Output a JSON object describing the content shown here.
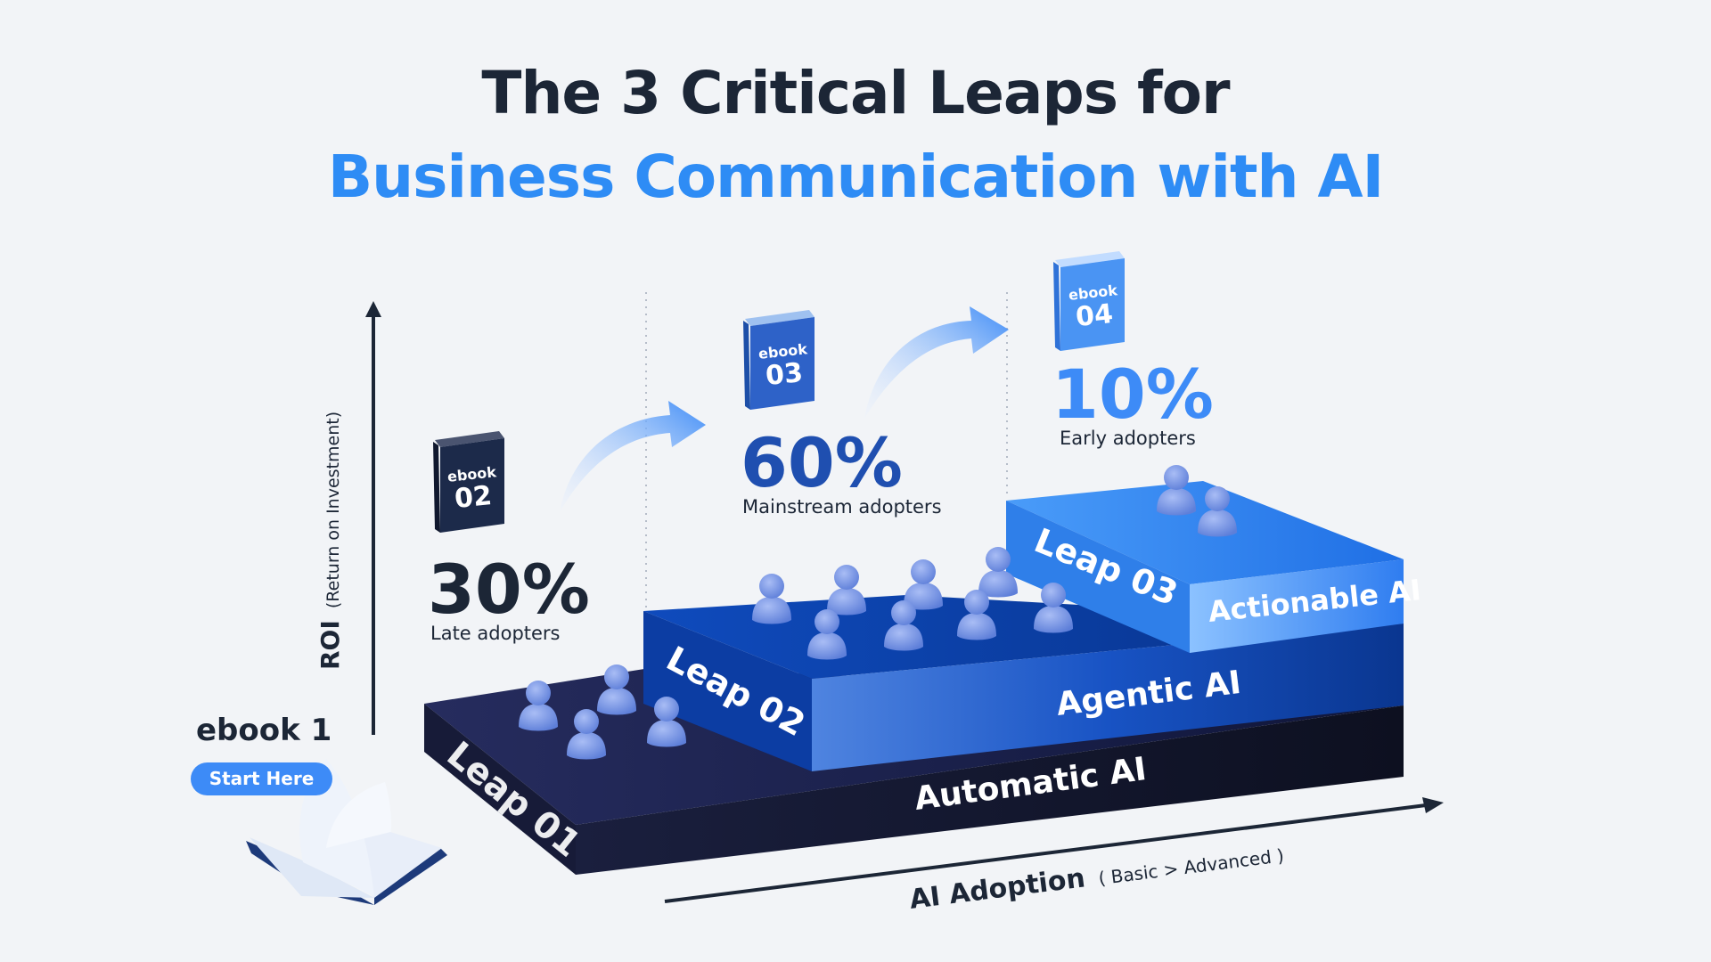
{
  "title": {
    "line1": "The 3 Critical Leaps for",
    "line2": "Business Communication with AI"
  },
  "axes": {
    "y_label_main": "ROI",
    "y_label_sub": "(Return on Investment)",
    "x_label_main": "AI Adoption",
    "x_label_sub": "( Basic > Advanced )"
  },
  "start": {
    "ebook_label": "ebook 1",
    "button_label": "Start Here"
  },
  "leaps": [
    {
      "tag": "Leap 01",
      "name": "Automatic AI"
    },
    {
      "tag": "Leap 02",
      "name": "Agentic AI"
    },
    {
      "tag": "Leap 03",
      "name": "Actionable AI"
    }
  ],
  "stats": [
    {
      "percent": "30%",
      "label": "Late adopters"
    },
    {
      "percent": "60%",
      "label": "Mainstream adopters"
    },
    {
      "percent": "10%",
      "label": "Early adopters"
    }
  ],
  "ebooks": [
    {
      "word": "ebook",
      "num": "02"
    },
    {
      "word": "ebook",
      "num": "03"
    },
    {
      "word": "ebook",
      "num": "04"
    }
  ],
  "colors": {
    "title_dark": "#1c2636",
    "title_blue": "#2e8cf5",
    "accent_blue": "#3d8bf7",
    "stat_dark": "#1c2636",
    "stat_blue_60": "#1f4fb0",
    "stat_blue_10": "#3d8bf7",
    "step1": "#1a1f3a",
    "step2": "#0f43a8",
    "step3": "#3a8ef2",
    "people": "#7b98e6"
  }
}
